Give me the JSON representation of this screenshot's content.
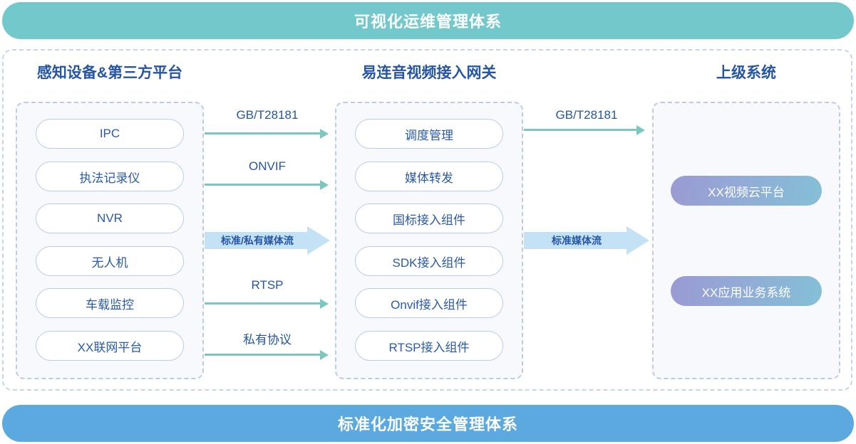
{
  "banners": {
    "top": "可视化运维管理体系",
    "bottom": "标准化加密安全管理体系",
    "top_color": "#73c8cb",
    "bottom_color": "#5ca9df"
  },
  "columns": {
    "left": {
      "title": "感知设备&第三方平台",
      "items": [
        {
          "label": "IPC"
        },
        {
          "label": "执法记录仪"
        },
        {
          "label": "NVR"
        },
        {
          "label": "无人机"
        },
        {
          "label": "车载监控"
        },
        {
          "label": "XX联网平台"
        }
      ]
    },
    "middle": {
      "title": "易连音视频接入网关",
      "items": [
        {
          "label": "调度管理"
        },
        {
          "label": "媒体转发"
        },
        {
          "label": "国标接入组件"
        },
        {
          "label": "SDK接入组件"
        },
        {
          "label": "Onvif接入组件"
        },
        {
          "label": "RTSP接入组件"
        }
      ]
    },
    "right": {
      "title": "上级系统",
      "items": [
        {
          "label": "XX视频云平台"
        },
        {
          "label": "XX应用业务系统"
        }
      ]
    }
  },
  "connectors": {
    "left_to_middle": [
      {
        "label": "GB/T28181",
        "type": "thin-arrow"
      },
      {
        "label": "ONVIF",
        "type": "thin-arrow"
      },
      {
        "label": "标准/私有媒体流",
        "type": "block-arrow"
      },
      {
        "label": "RTSP",
        "type": "thin-arrow"
      },
      {
        "label": "私有协议",
        "type": "thin-arrow"
      }
    ],
    "middle_to_right": [
      {
        "label": "GB/T28181",
        "type": "thin-arrow"
      },
      {
        "label": "标准媒体流",
        "type": "block-arrow"
      }
    ]
  },
  "colors": {
    "arrow_teal": "#7cc7bf",
    "block_arrow_fill": "#c3e2f5",
    "title_blue": "#2555a4",
    "pill_border": "#b9cde8",
    "dashed_border": "#bccbe8"
  }
}
